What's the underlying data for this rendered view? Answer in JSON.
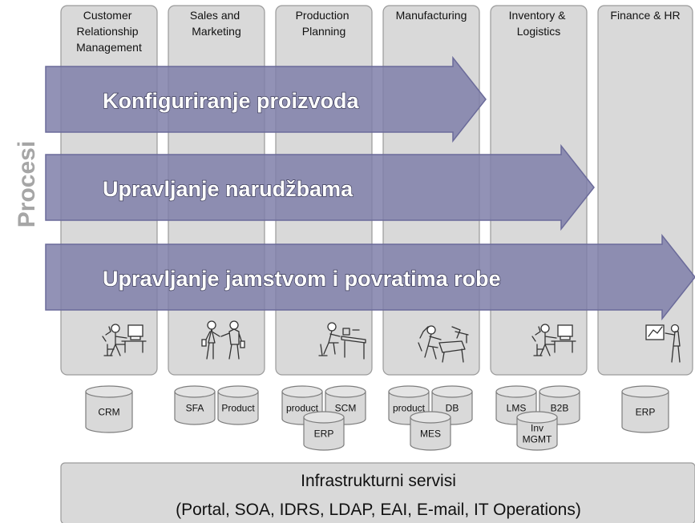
{
  "side_label": "Procesi",
  "columns": [
    {
      "title_lines": [
        "Customer",
        "Relationship",
        "Management"
      ],
      "icon": "person-at-computer-icon"
    },
    {
      "title_lines": [
        "Sales and",
        "Marketing"
      ],
      "icon": "handshake-icon"
    },
    {
      "title_lines": [
        "Production",
        "Planning"
      ],
      "icon": "person-at-desk-icon"
    },
    {
      "title_lines": [
        "Manufacturing"
      ],
      "icon": "person-at-machine-icon"
    },
    {
      "title_lines": [
        "Inventory &",
        "Logistics"
      ],
      "icon": "person-at-computer-icon"
    },
    {
      "title_lines": [
        "Finance & HR"
      ],
      "icon": "presenter-at-chart-icon"
    }
  ],
  "processes": [
    {
      "label": "Konfiguriranje proizvoda"
    },
    {
      "label": "Upravljanje narudžbama"
    },
    {
      "label": "Upravljanje jamstvom i povratima robe"
    }
  ],
  "systems": [
    {
      "label": "CRM"
    },
    {
      "label": "SFA"
    },
    {
      "label": "Product"
    },
    {
      "label": "product"
    },
    {
      "label": "SCM"
    },
    {
      "label": "ERP"
    },
    {
      "label": "product"
    },
    {
      "label": "DB"
    },
    {
      "label": "MES"
    },
    {
      "label": "LMS"
    },
    {
      "label": "B2B"
    },
    {
      "label": "Inv MGMT",
      "lines": [
        "Inv",
        "MGMT"
      ]
    },
    {
      "label": "ERP"
    }
  ],
  "infrastructure": {
    "title": "Infrastrukturni servisi",
    "subtitle": "(Portal, SOA, IDRS, LDAP, EAI, E-mail, IT Operations)"
  }
}
